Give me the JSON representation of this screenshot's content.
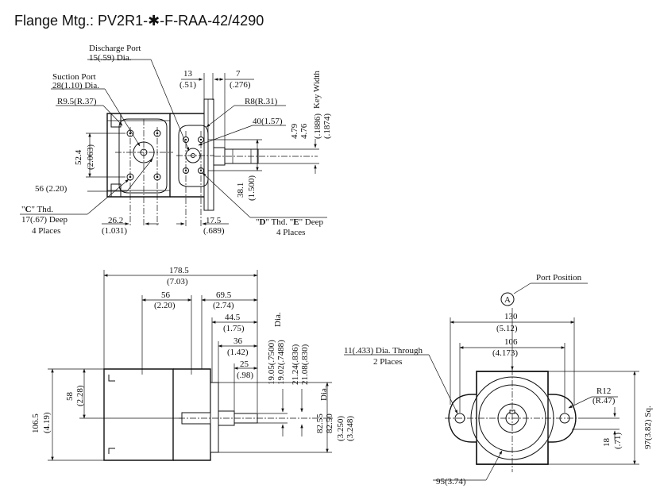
{
  "title": "Flange Mtg.: PV2R1-✱-F-RAA-42/4290",
  "top_view": {
    "discharge_port": "Discharge Port",
    "discharge_size": "15(.59) Dia.",
    "suction_port": "Suction Port",
    "suction_size": "28(1.10) Dia.",
    "r95": "R9.5(R.37)",
    "r8": "R8(R.31)",
    "d13": "13",
    "d13i": "(.51)",
    "d7": "7",
    "d7i": "(.276)",
    "d40": "40(1.57)",
    "key_width": "Key Width",
    "k479": "4.79",
    "k476": "4.76",
    "k1886": "(.1886)",
    "k1874": "(.1874)",
    "d524": "52.4",
    "d524i": "(2.063)",
    "d381": "38.1",
    "d381i": "(1.500)",
    "d56": "56 (2.20)",
    "c_q1": "\"",
    "c_letter": "C",
    "c_rest": "\" Thd.",
    "c_deep": "17(.67) Deep",
    "c_places": "4 Places",
    "d262": "26.2",
    "d262i": "(1.031)",
    "d175": "17.5",
    "d175i": "(.689)",
    "de_q1": "\"",
    "de_d": "D",
    "de_mid": "\" Thd. \"",
    "de_e": "E",
    "de_rest": "\" Deep",
    "de_places": "4 Places"
  },
  "side_view": {
    "d1785": "178.5",
    "d1785i": "(7.03)",
    "d56": "56",
    "d56i": "(2.20)",
    "d695": "69.5",
    "d695i": "(2.74)",
    "d445": "44.5",
    "d445i": "(1.75)",
    "d36": "36",
    "d36i": "(1.42)",
    "d25": "25",
    "d25i": "(.98)",
    "dia": "Dia.",
    "s1905": "19.05(.7500)",
    "s1902": "19.02(.7488)",
    "s2124": "21.24(.836)",
    "s2108": "21.08(.830)",
    "d1065": "106.5",
    "d1065i": "(4.19)",
    "d58": "58",
    "d58i": "(2.28)",
    "p8255": "82.55",
    "p8250": "82.50",
    "pdia": "Dia.",
    "p3250": "(3.250)",
    "p3248": "(3.248)"
  },
  "front_view": {
    "port_position": "Port Position",
    "circle_a": "A",
    "d130": "130",
    "d130i": "(5.12)",
    "d106": "106",
    "d106i": "(4.173)",
    "hole": "11(.433) Dia. Through",
    "hole_places": "2 Places",
    "r12": "R12",
    "r12i": "(R.47)",
    "sq": "97(3.82) Sq.",
    "d18": "18",
    "d18i": "(.71)",
    "d95": "95(3.74)"
  }
}
